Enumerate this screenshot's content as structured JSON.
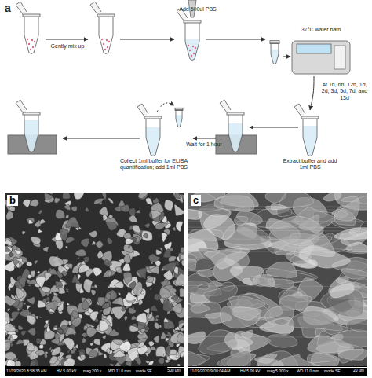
{
  "diagram": {
    "nodes": [
      {
        "text": [
          "b",
          "500 µm"
        ]
      },
      {
        "text": [
          "c",
          "20 µm"
        ]
      }
    ],
    "labels": [
      "a",
      "Gently mix up",
      "Add 500ul PBS",
      "37°C water bath",
      "At 1h, 6h, 12h, 1d, 2d, 3d, 5d, 7d, and 13d",
      "Extract buffer and add 1ml PBS",
      "Wait for 1 hour",
      "Collect 1ml buffer for ELISA quantification; add 1ml PBS",
      "11/19/2020 8:58:36 AM",
      "HV 5.00 kV",
      "mag 200 x",
      "WD 11.0 mm",
      "mode SE",
      "11/19/2020 9:00:04 AM",
      "HV 5.00 kV",
      "mag 5 000 x",
      "WD 11.0 mm",
      "mode SE"
    ]
  }
}
